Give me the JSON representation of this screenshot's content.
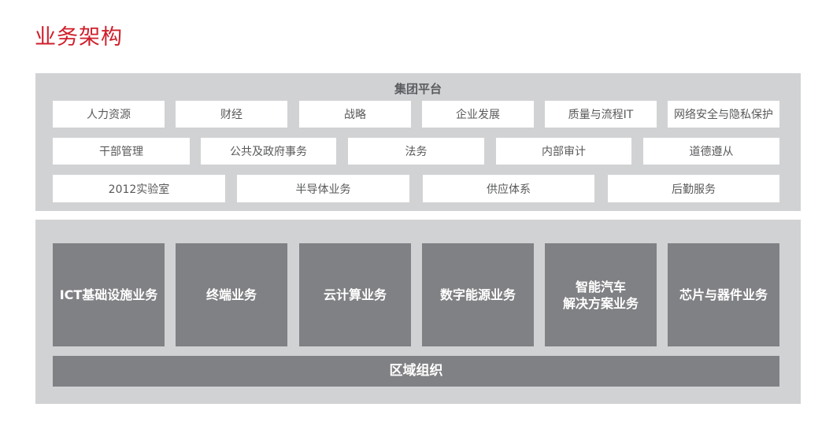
{
  "title": "业务架构",
  "platform": {
    "title": "集团平台",
    "row1": [
      "人力资源",
      "财经",
      "战略",
      "企业发展",
      "质量与流程IT",
      "网络安全与隐私保护"
    ],
    "row2": [
      "干部管理",
      "公共及政府事务",
      "法务",
      "内部审计",
      "道德遵从"
    ],
    "row3": [
      "2012实验室",
      "半导体业务",
      "供应体系",
      "后勤服务"
    ]
  },
  "business": {
    "units": [
      "ICT基础设施业务",
      "终端业务",
      "云计算业务",
      "数字能源业务",
      "智能汽车\n解决方案业务",
      "芯片与器件业务"
    ],
    "region": "区域组织"
  },
  "colors": {
    "title": "#cf1f2b",
    "panel_bg": "#d1d2d4",
    "dark_box": "#808184",
    "light_box": "#ffffff",
    "light_text": "#58595b"
  }
}
